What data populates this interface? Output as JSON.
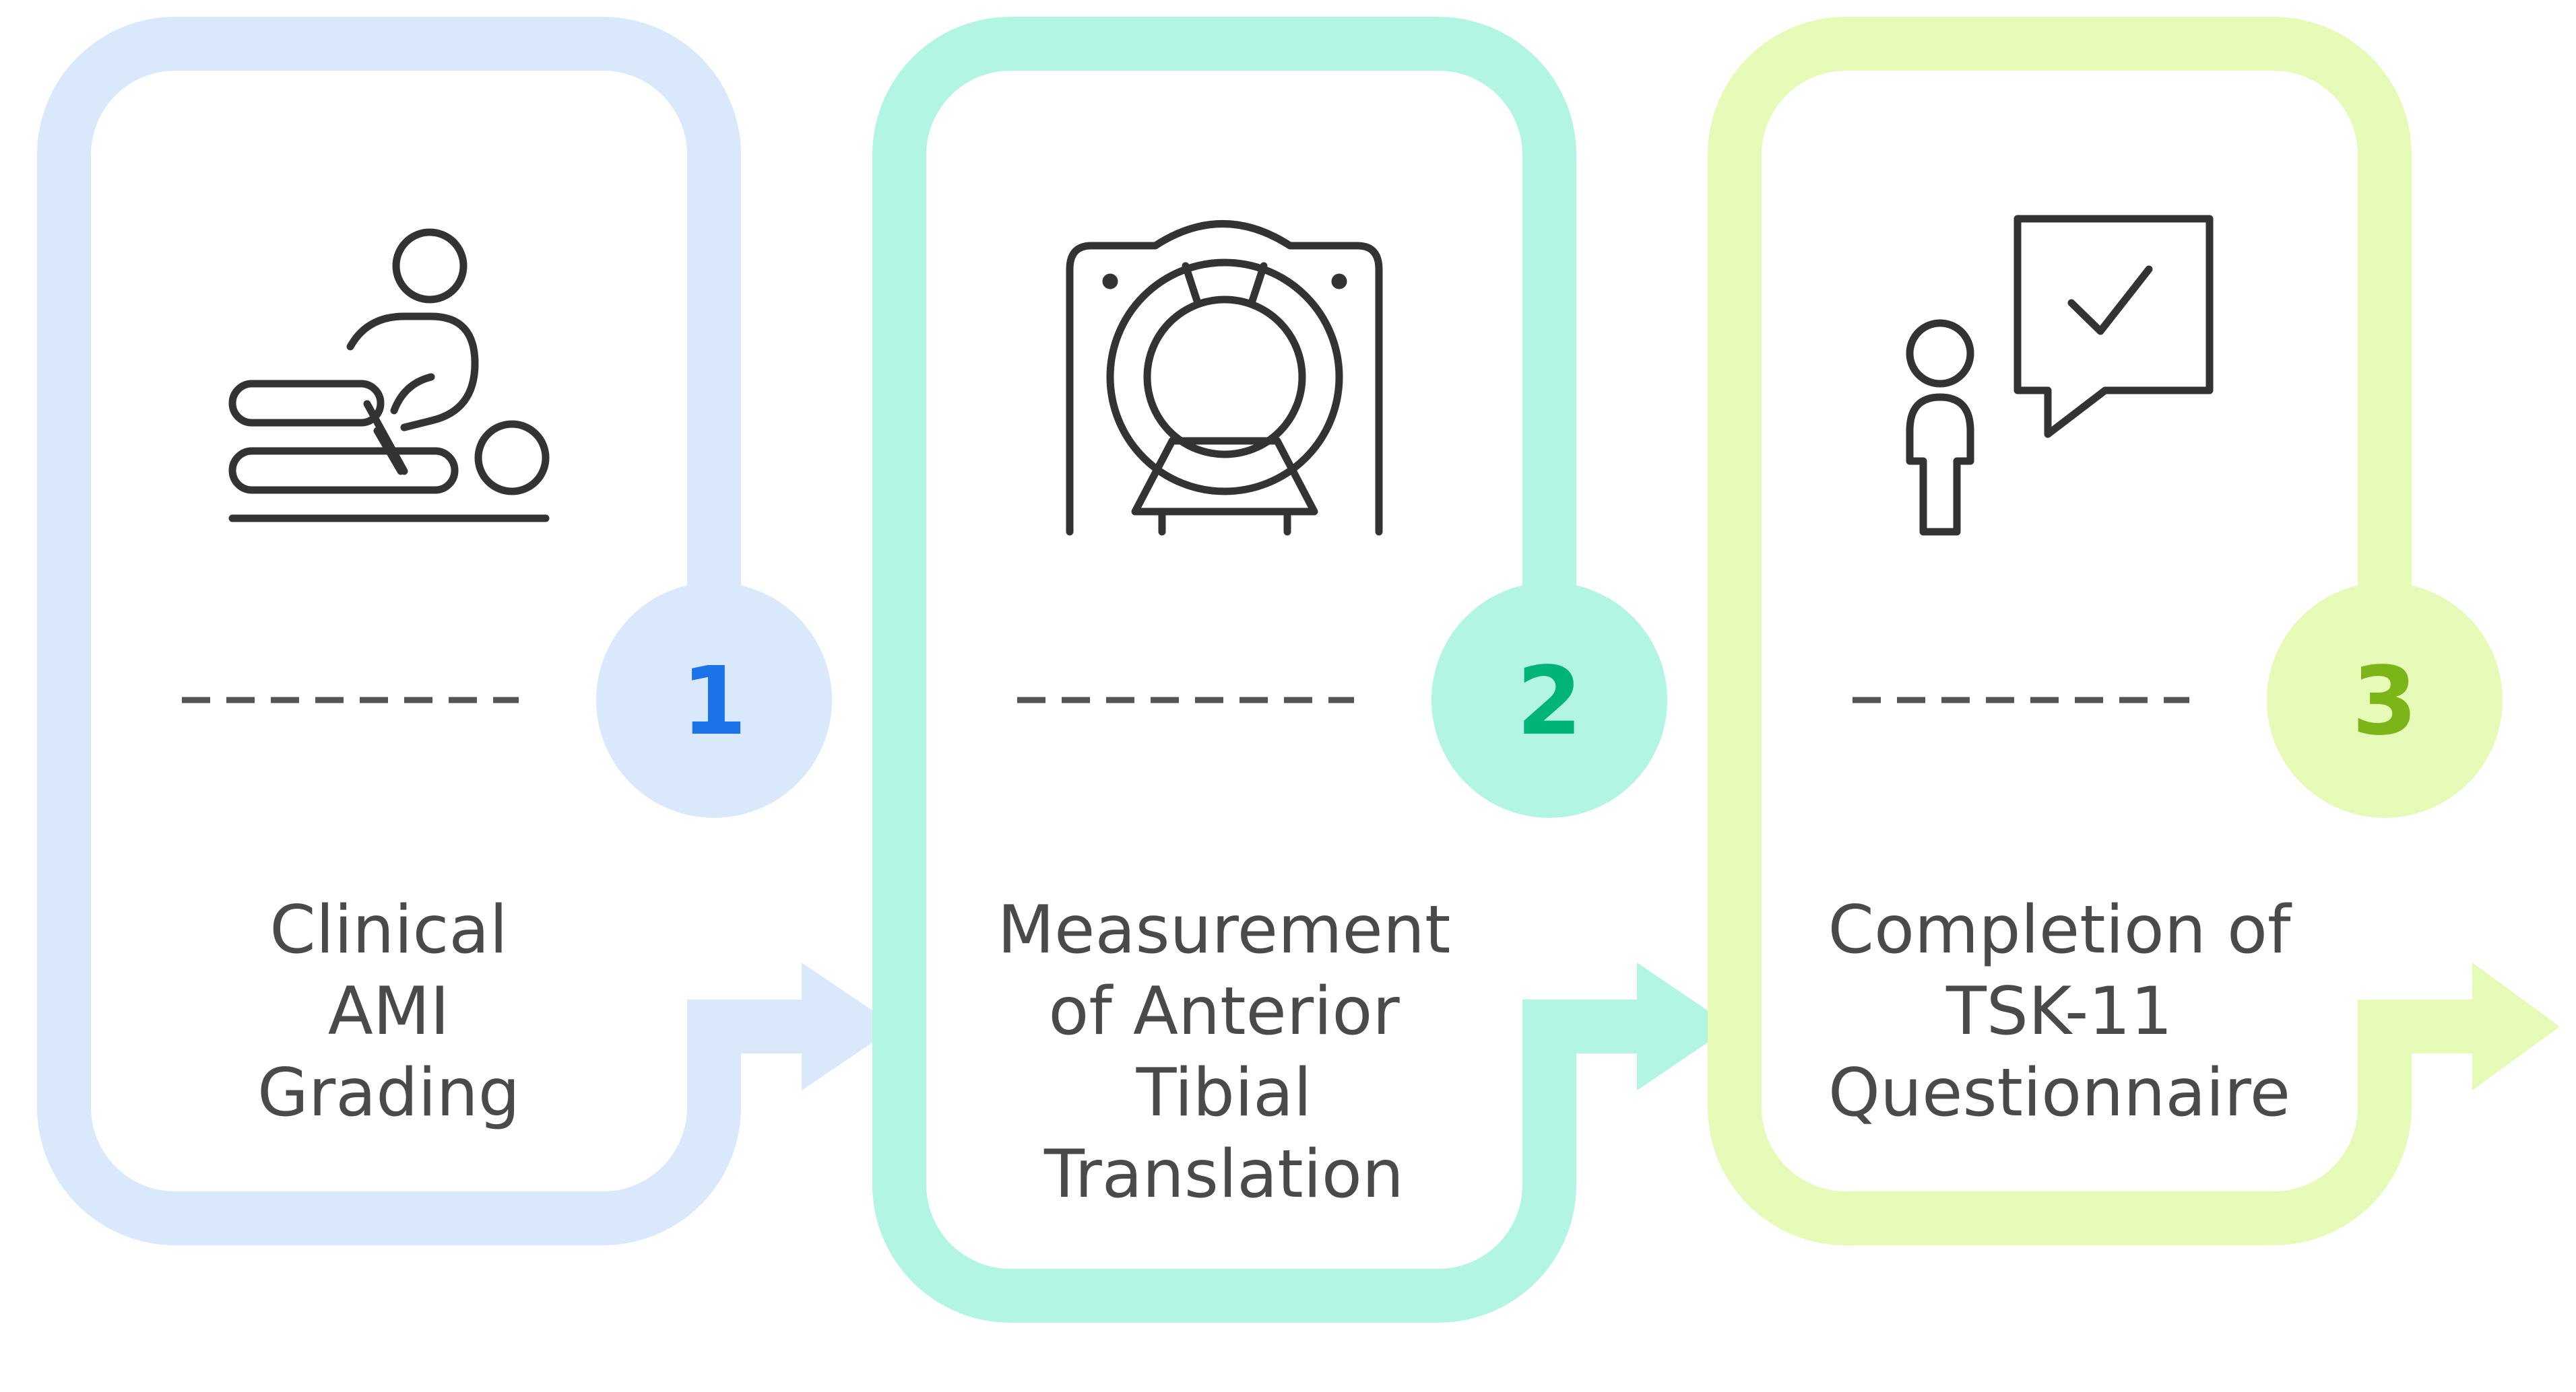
{
  "steps": [
    {
      "number": "1",
      "icon": "physiotherapist-massage-icon",
      "label_lines": [
        "Clinical",
        "AMI",
        "Grading"
      ],
      "colors": {
        "frame": "#dae8fc",
        "badge": "#dae8fc",
        "number": "#1a73e8"
      }
    },
    {
      "number": "2",
      "icon": "ct-scanner-icon",
      "label_lines": [
        "Measurement",
        "of Anterior",
        "Tibial",
        "Translation"
      ],
      "colors": {
        "frame": "#b2f5e2",
        "badge": "#b2f5e2",
        "number": "#00b377"
      }
    },
    {
      "number": "3",
      "icon": "person-checkmark-speech-bubble-icon",
      "label_lines": [
        "Completion of",
        "TSK-11",
        "Questionnaire"
      ],
      "colors": {
        "frame": "#e6fbb8",
        "badge": "#e6fbb8",
        "number": "#7cb518"
      }
    }
  ],
  "colors": {
    "text": "#4a4a4a",
    "icon_stroke": "#333333",
    "dash": "#555555",
    "background": "#ffffff"
  }
}
